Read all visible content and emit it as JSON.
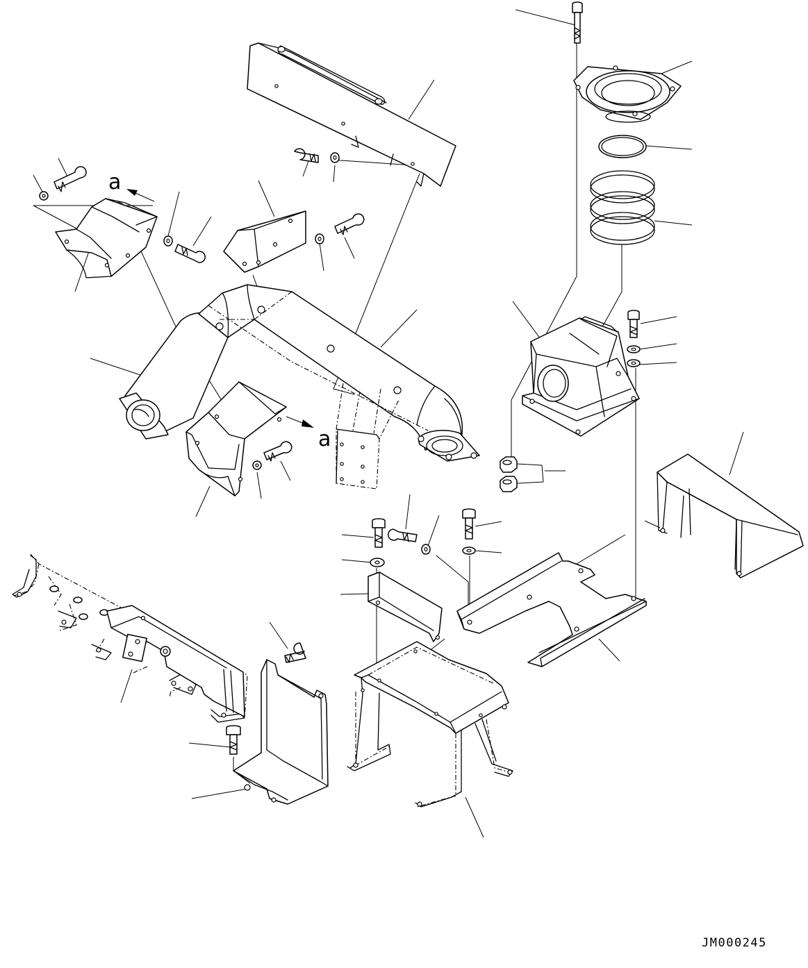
{
  "diagram": {
    "view_markers": [
      "a",
      "a"
    ],
    "drawing_code": "JM000245"
  },
  "colors": {
    "line": "#000000",
    "background": "#ffffff"
  }
}
